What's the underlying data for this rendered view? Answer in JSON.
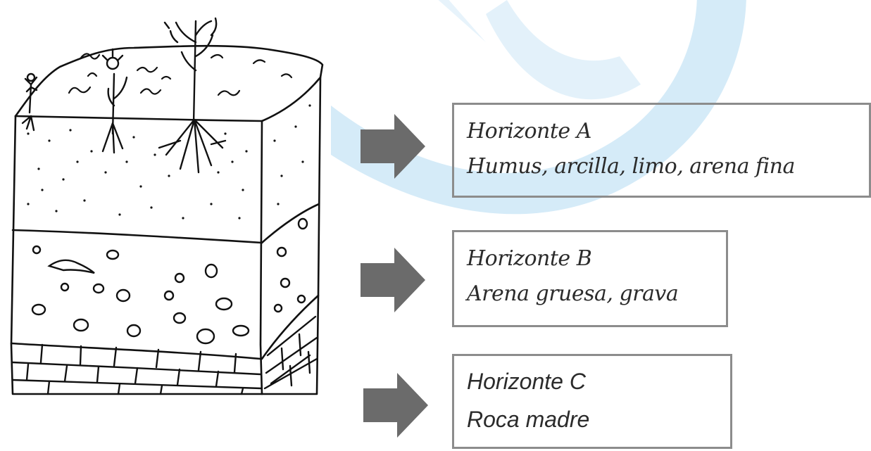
{
  "colors": {
    "watermark": "#cfe7f7",
    "ink": "#111111",
    "arrow": "#6b6b6b",
    "box_border": "#8c8c8c",
    "text": "#2b2b2b"
  },
  "horizons": [
    {
      "title": "Horizonte A",
      "description": "Humus, arcilla, limo, arena fina"
    },
    {
      "title": "Horizonte B",
      "description": "Arena gruesa, grava"
    },
    {
      "title": "Horizonte C",
      "description": "Roca madre"
    }
  ],
  "icons": {
    "arrow": "right-arrow-icon"
  }
}
